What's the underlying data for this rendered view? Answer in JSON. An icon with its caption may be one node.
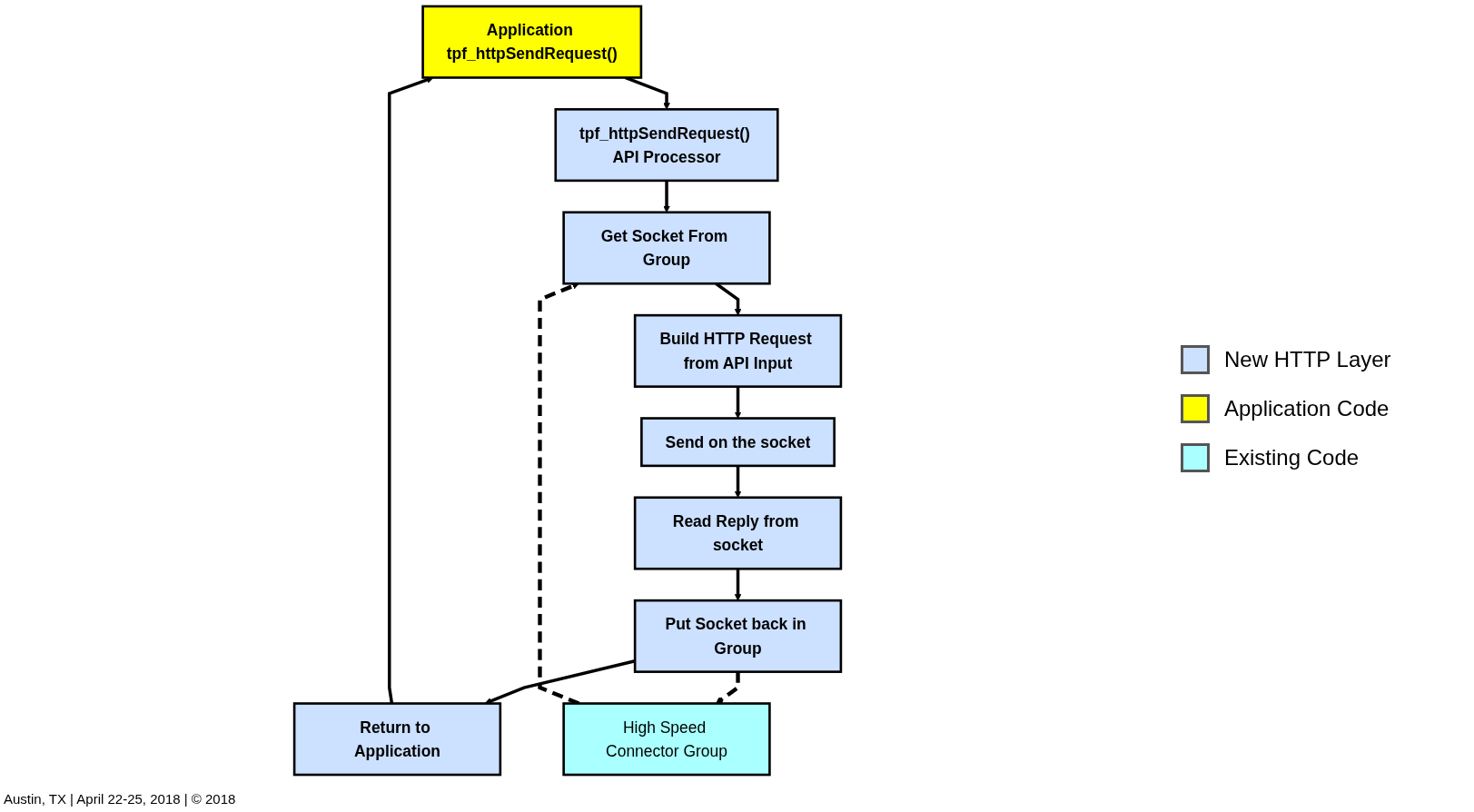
{
  "diagram": {
    "nodes": [
      {
        "text": [
          "Application tpf_httpSendRequest()"
        ]
      },
      {
        "text": [
          "tpf_httpSendRequest() API Processor"
        ]
      },
      {
        "text": [
          "Get Socket From Group"
        ]
      },
      {
        "text": [
          "Build HTTP Request from API Input"
        ]
      },
      {
        "text": [
          "Send on the socket"
        ]
      },
      {
        "text": [
          "Read Reply from socket"
        ]
      },
      {
        "text": [
          "Put Socket back in Group"
        ]
      },
      {
        "text": [
          "Return to Application"
        ]
      },
      {
        "text": [
          "High Speed Connector Group"
        ]
      }
    ],
    "edges": [
      {
        "from": 0,
        "to": 1,
        "arrow": "to"
      },
      {
        "from": 1,
        "to": 2,
        "arrow": "to"
      },
      {
        "from": 2,
        "to": 3,
        "arrow": "to"
      },
      {
        "from": 3,
        "to": 4,
        "arrow": "to"
      },
      {
        "from": 4,
        "to": 5,
        "arrow": "to"
      },
      {
        "from": 5,
        "to": 6,
        "arrow": "to"
      },
      {
        "from": 6,
        "to": 7,
        "arrow": "to"
      },
      {
        "from": 8,
        "to": 2,
        "arrow": "to",
        "style": "dashed"
      },
      {
        "from": 6,
        "to": 8,
        "arrow": "to",
        "style": "dashed"
      },
      {
        "from": 7,
        "to": 0,
        "arrow": "to"
      }
    ],
    "labels": [
      "Austin, TX | April 22-25, 2018 | © 2018"
    ],
    "legend": [
      {
        "text": "New HTTP Layer",
        "color": "#cce0ff"
      },
      {
        "text": "Application Code",
        "color": "#ffff00"
      },
      {
        "text": "Existing Code",
        "color": "#aaffff"
      }
    ]
  }
}
